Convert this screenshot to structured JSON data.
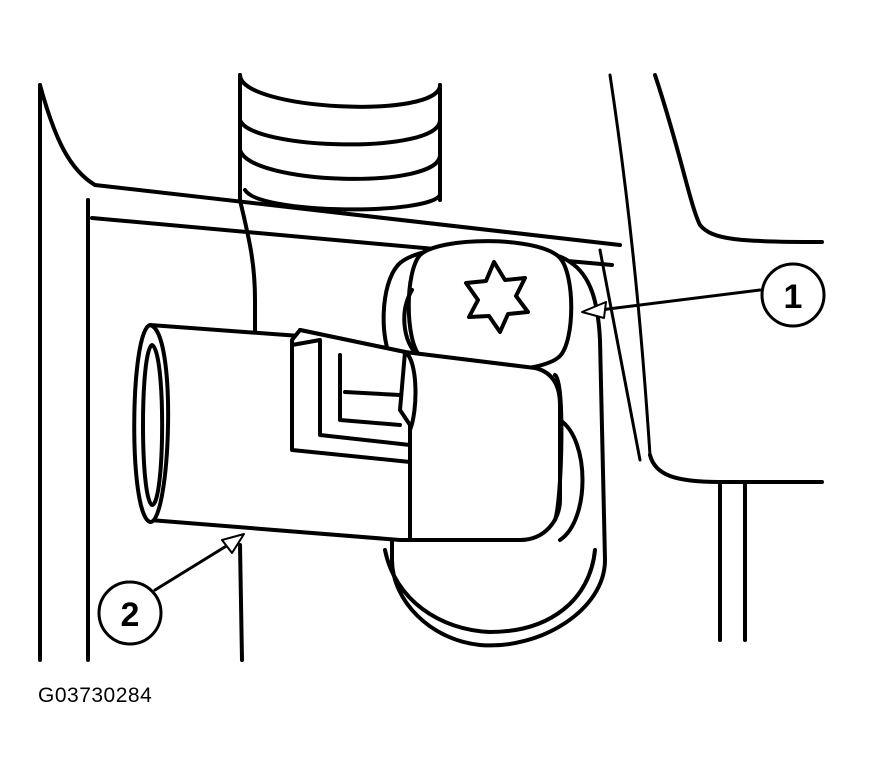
{
  "callouts": [
    {
      "number": "1"
    },
    {
      "number": "2"
    }
  ],
  "figure_id": "G03730284",
  "icons": [
    "torx-star-icon",
    "arrow-icon"
  ]
}
